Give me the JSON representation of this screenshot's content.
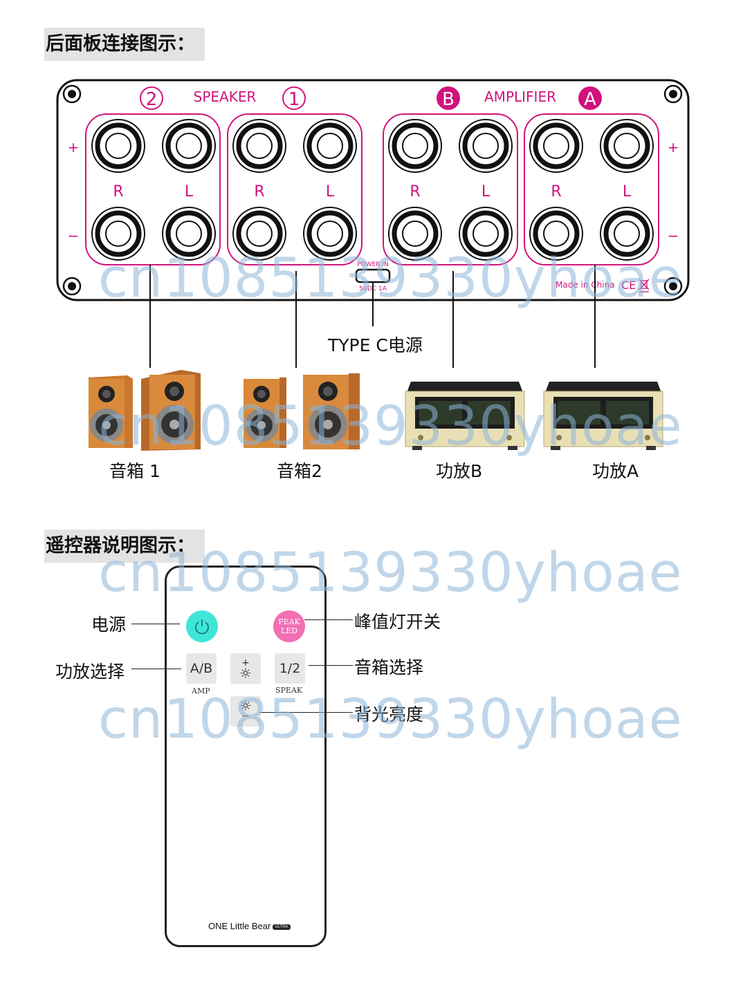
{
  "sections": {
    "rear_title": "后面板连接图示：",
    "remote_title": "遥控器说明图示："
  },
  "panel": {
    "speaker_label": "SPEAKER",
    "amplifier_label": "AMPLIFIER",
    "badge_2": "2",
    "badge_1": "1",
    "badge_b": "B",
    "badge_a": "A",
    "plus": "+",
    "minus": "−",
    "r": "R",
    "l": "L",
    "power_in": "POWER IN",
    "power_spec": "5VDC 1A",
    "made_in": "Made in China",
    "ce_mark": "CE"
  },
  "callouts": {
    "type_c": "TYPE C电源"
  },
  "devices": {
    "speaker1": "音箱 1",
    "speaker2": "音箱2",
    "ampB": "功放B",
    "ampA": "功放A"
  },
  "remote": {
    "peak_line1": "PEAK",
    "peak_line2": "LED",
    "ab": "A/B",
    "amp": "AMP",
    "one_two": "1/2",
    "speak": "SPEAK",
    "plus": "+",
    "minus": "−",
    "sun": "☼",
    "brand": "ONE Little Bear",
    "brand_badge": "ULTRA"
  },
  "remote_callouts": {
    "power": "电源",
    "amp_select": "功放选择",
    "peak_switch": "峰值灯开关",
    "speaker_select": "音箱选择",
    "backlight": "背光亮度"
  },
  "watermark": "cn1085139330yhoae",
  "colors": {
    "magenta": "#d0137c",
    "power_button": "#3fe6d8",
    "peak_button": "#f26fb4"
  }
}
